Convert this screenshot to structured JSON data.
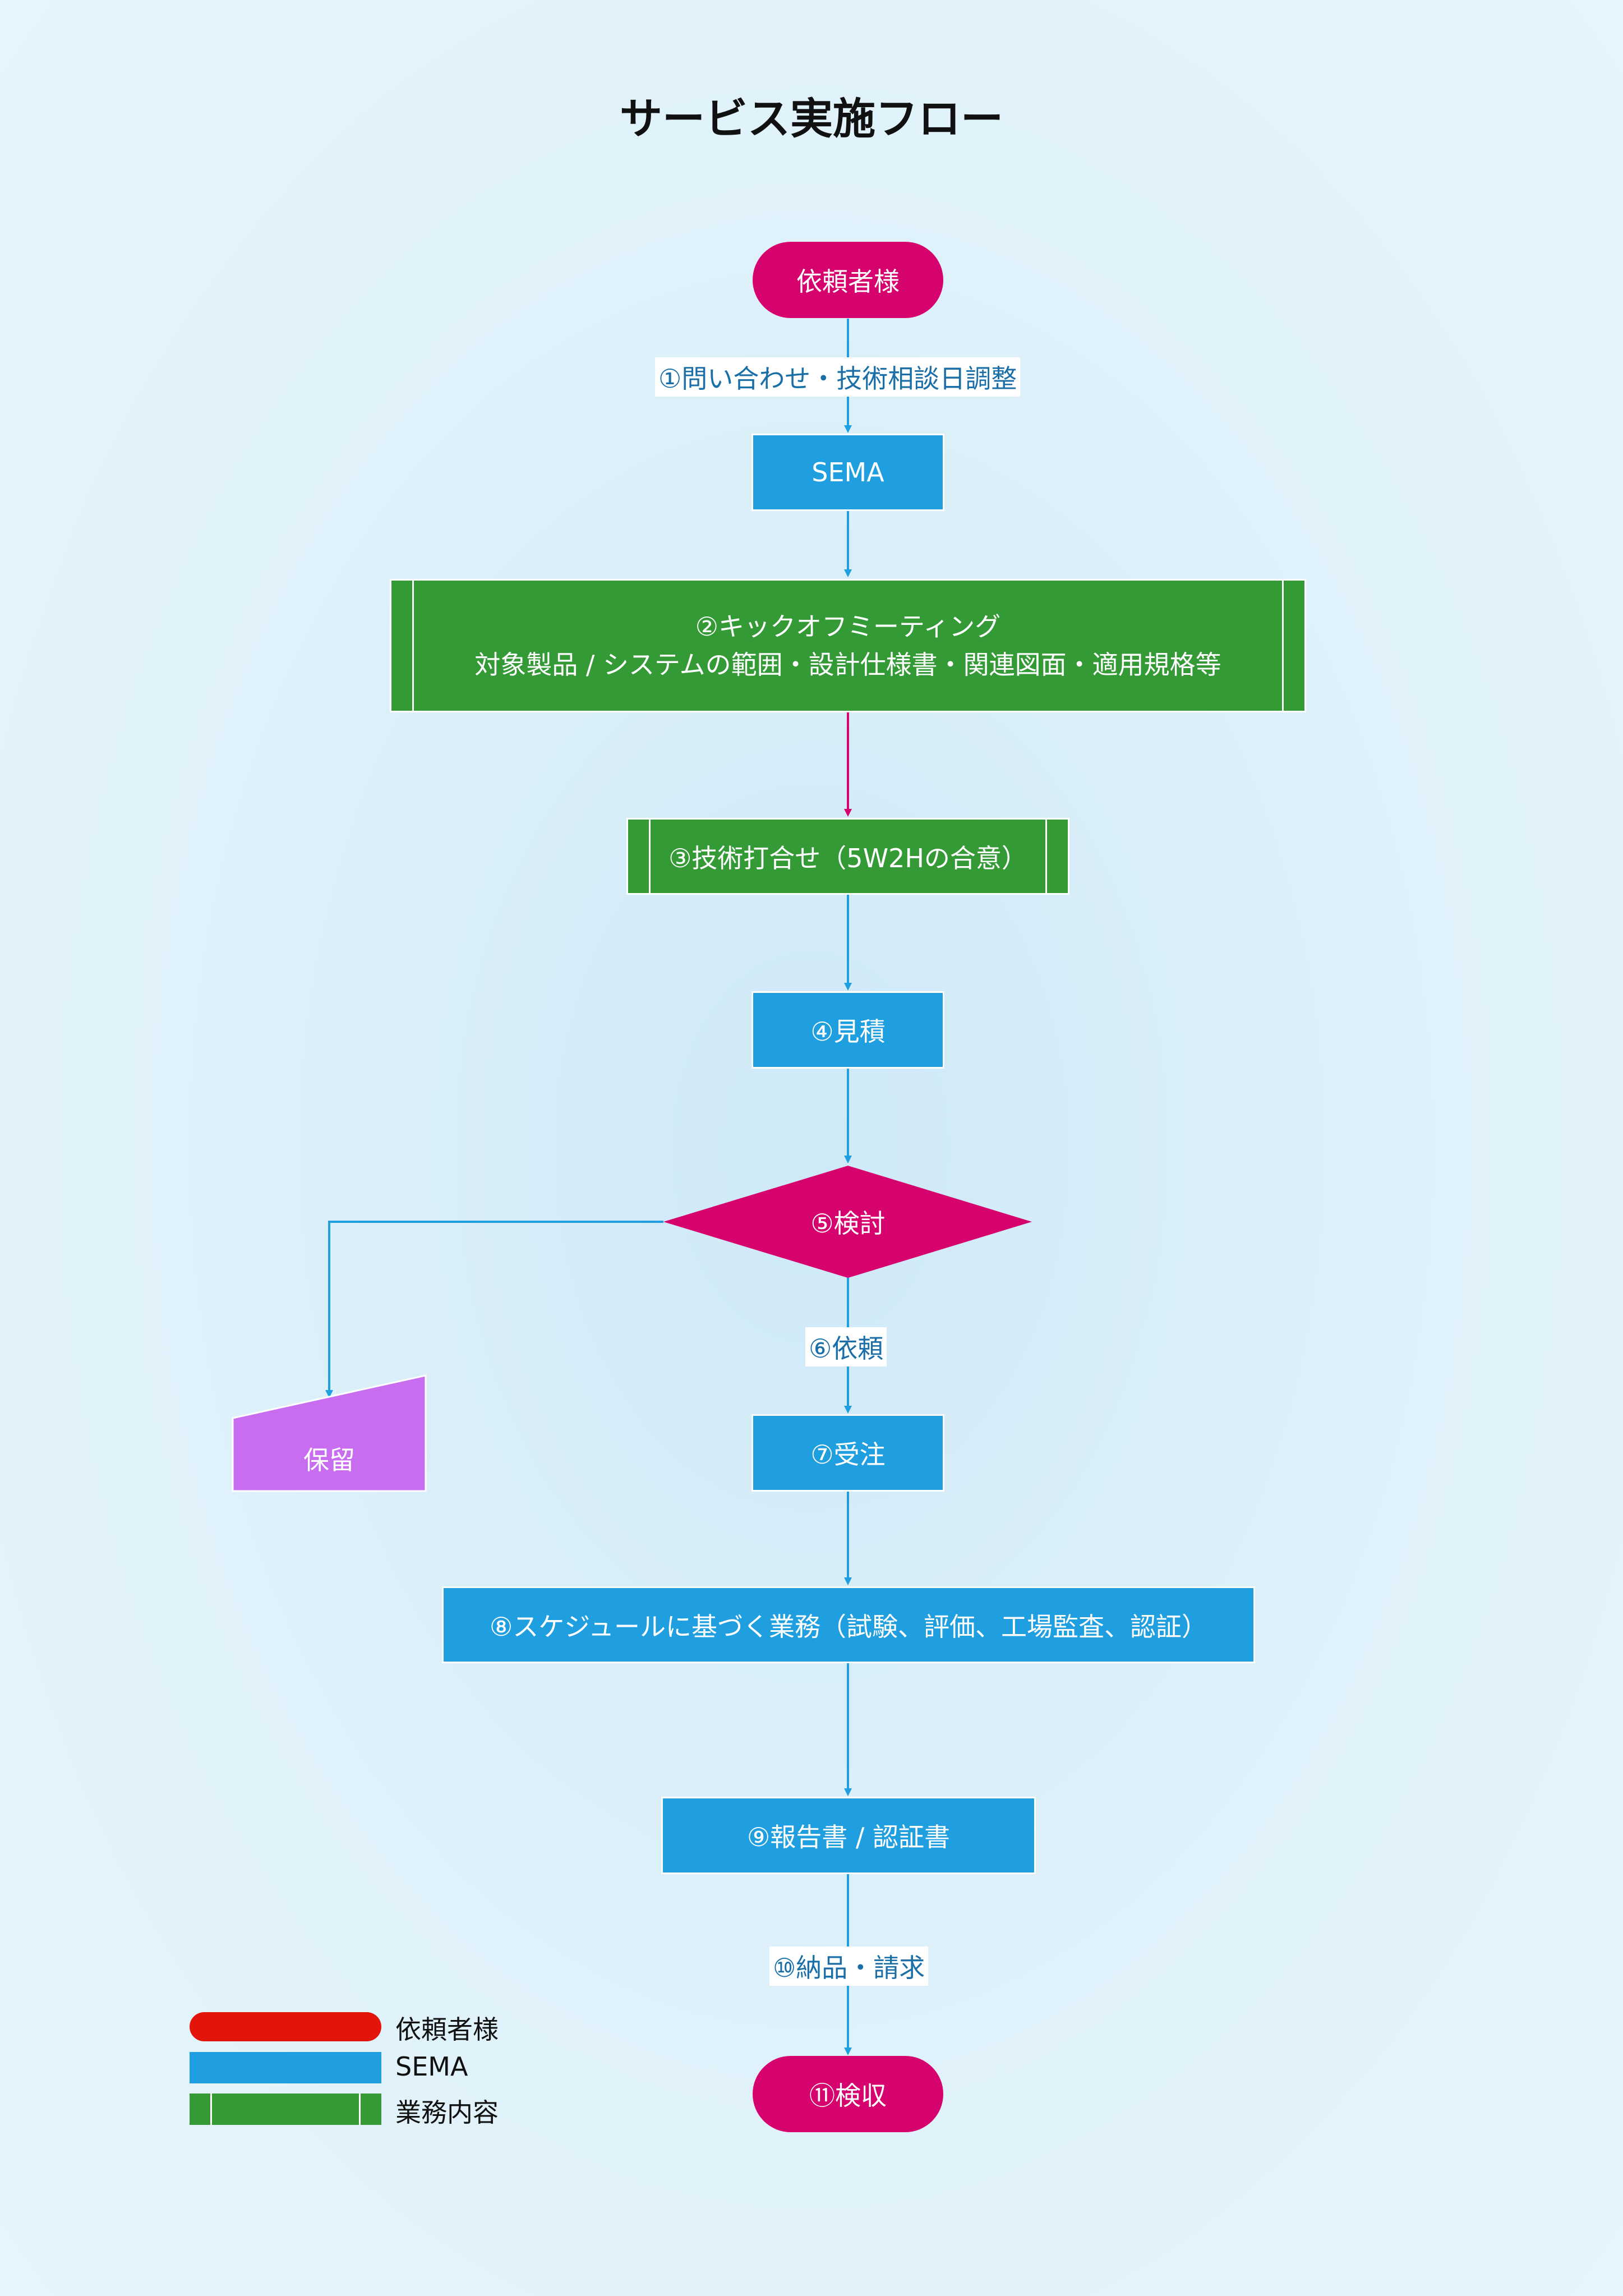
{
  "title": "サービス実施フロー",
  "nodes": {
    "client": "依頼者様",
    "sema": "SEMA",
    "kickoff_line1": "②キックオフミーティング",
    "kickoff_line2": "対象製品 / システムの範囲・設計仕様書・関連図面・適用規格等",
    "tech_meeting": "③技術打合せ（5W2Hの合意）",
    "estimate": "④見積",
    "review": "⑤検討",
    "hold": "保留",
    "order": "⑦受注",
    "work": "⑧スケジュールに基づく業務（試験、評価、工場監査、認証）",
    "report": "⑨報告書 / 認証書",
    "acceptance": "⑪検収"
  },
  "edges": {
    "inquiry": "①問い合わせ・技術相談日調整",
    "request": "⑥依頼",
    "delivery": "⑩納品・請求"
  },
  "legend": {
    "client": "依頼者様",
    "sema": "SEMA",
    "work": "業務内容"
  },
  "colors": {
    "client_pill": "#d6036f",
    "process_blue": "#1f9fe0",
    "work_green": "#339a35",
    "hold_purple": "#c86cf0",
    "legend_red": "#e3140a",
    "arrow_blue": "#1f9fe0",
    "arrow_magenta": "#d6036f",
    "edge_label_text": "#1a6fa8"
  },
  "icons": {
    "arrow": "arrowhead-icon"
  }
}
